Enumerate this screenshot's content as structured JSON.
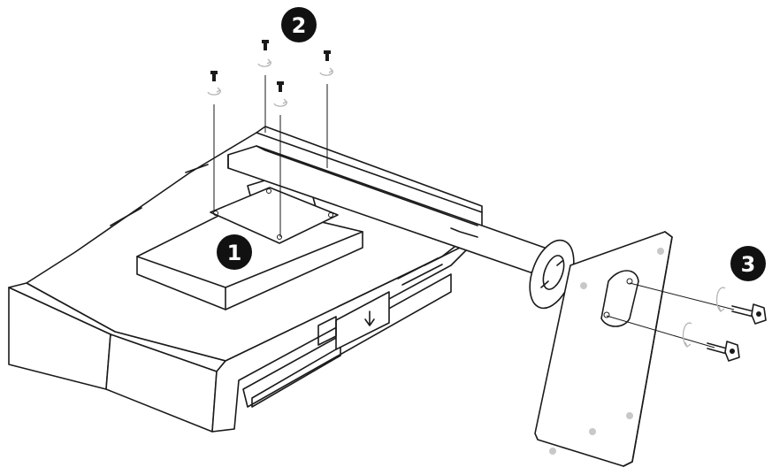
{
  "steps": [
    {
      "label": "1"
    },
    {
      "label": "2"
    },
    {
      "label": "3"
    }
  ],
  "colors": {
    "line": "#1a1a1a",
    "badge": "#111111",
    "rotation_arrow": "#b5b5b5"
  },
  "icons": [
    "screw-icon",
    "rotation-arrow-icon",
    "down-arrow-icon"
  ]
}
